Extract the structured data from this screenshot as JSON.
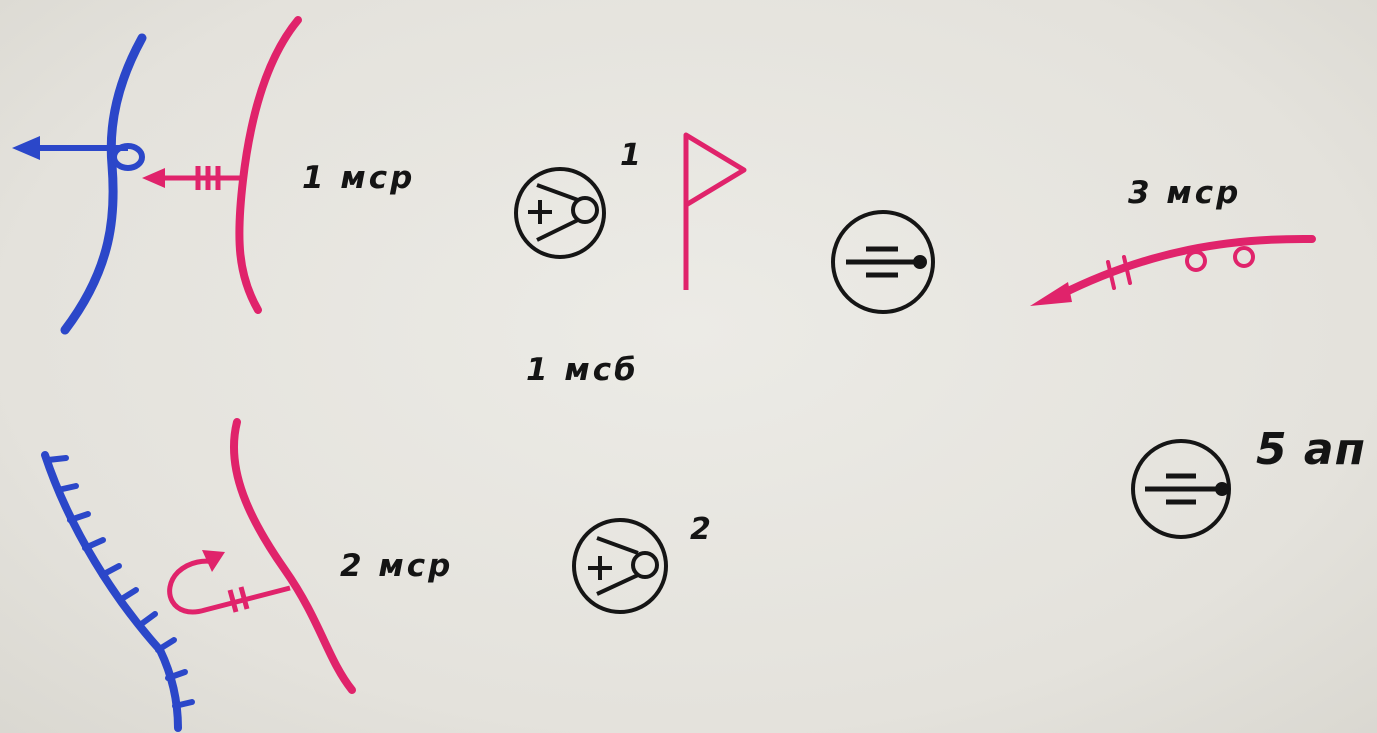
{
  "colors": {
    "blue": "#2b47c9",
    "red": "#e0236b",
    "black": "#151515"
  },
  "labels": {
    "unit_1_msr": "1 мср",
    "unit_2_msr": "2 мср",
    "unit_3_msr": "3 мср",
    "unit_1_msb": "1 мсб",
    "unit_5_ap": "5 ап",
    "index_1": "1",
    "index_2": "2"
  }
}
